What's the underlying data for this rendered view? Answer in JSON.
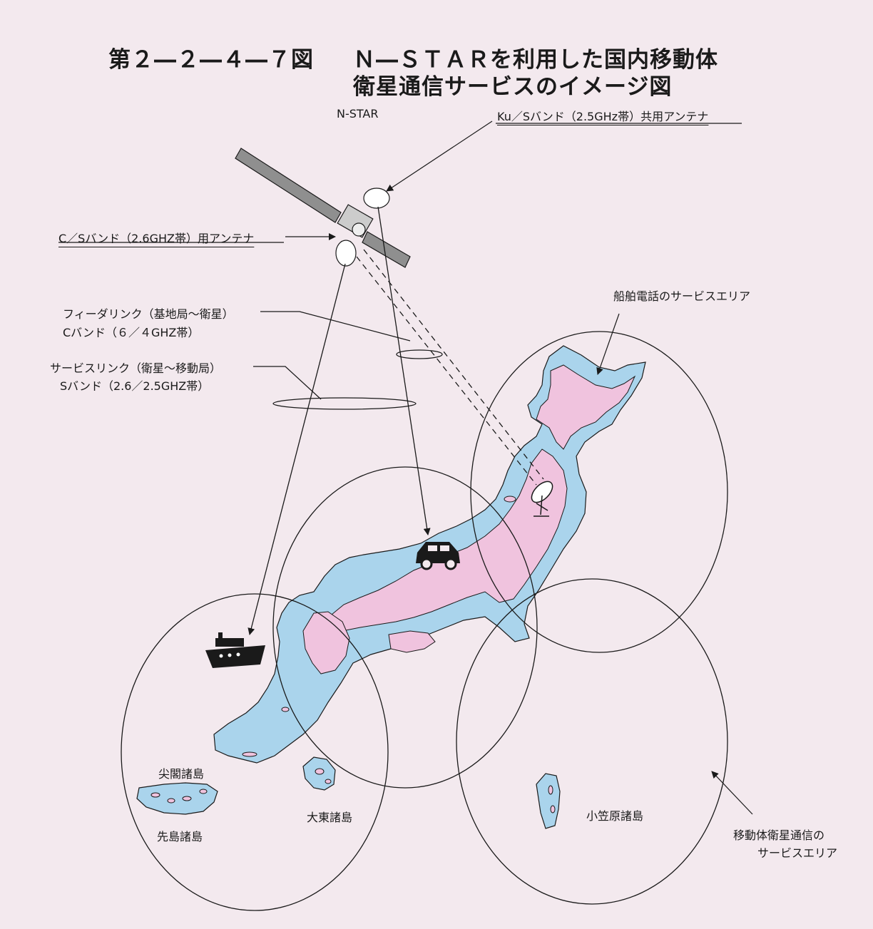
{
  "title": {
    "figure_number": "第２―２―４―７図",
    "line1": "Ｎ―ＳＴＡＲを利用した国内移動体",
    "line2": "衛星通信サービスのイメージ図"
  },
  "labels": {
    "satellite": "N-STAR",
    "ku_antenna": "Ku／Sバンド（2.5GHz帯）共用アンテナ",
    "cs_antenna": "C／Sバンド（2.6GHZ帯）用アンテナ",
    "feeder_line1": "フィーダリンク（基地局～衛星）",
    "feeder_line2": "Cバンド（６／４GHZ帯）",
    "service_line1": "サービスリンク（衛星～移動局）",
    "service_line2": "Sバンド（2.6／2.5GHZ帯）",
    "ship_area": "船舶電話のサービスエリア",
    "senkaku": "尖閣諸島",
    "sakishima": "先島諸島",
    "daito": "大東諸島",
    "ogasawara": "小笠原諸島",
    "mobile_area_line1": "移動体衛星通信の",
    "mobile_area_line2": "サービスエリア"
  },
  "colors": {
    "background": "#f3e9ee",
    "sea_area": "#aad4ec",
    "land": "#f0c3de",
    "ink": "#1a1a1a"
  },
  "icons": [
    "satellite-icon",
    "ship-icon",
    "car-icon",
    "dish-antenna-icon"
  ]
}
